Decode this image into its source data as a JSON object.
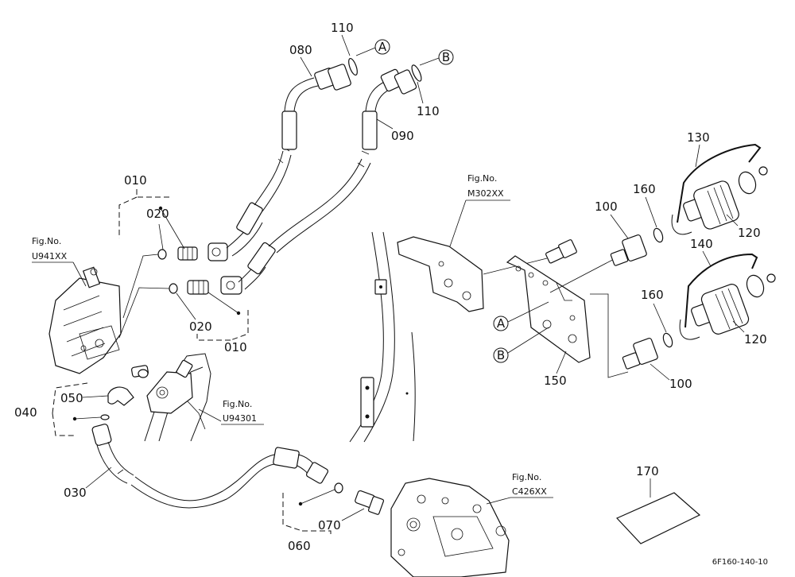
{
  "labels": {
    "p010_top": "010",
    "p020_top": "020",
    "p020_bot": "020",
    "p010_bot": "010",
    "p030": "030",
    "p040": "040",
    "p050": "050",
    "p060": "060",
    "p070": "070",
    "p080": "080",
    "p090": "090",
    "p110_top": "110",
    "p110_bot": "110",
    "p100_top": "100",
    "p100_bot": "100",
    "p120_top": "120",
    "p120_bot": "120",
    "p130": "130",
    "p140": "140",
    "p150": "150",
    "p160_top": "160",
    "p160_bot": "160",
    "p170": "170"
  },
  "callouts": {
    "a_top": "A",
    "b_top": "B",
    "a_plate": "A",
    "b_plate": "B"
  },
  "fig_refs": {
    "u941": {
      "line1": "Fig.No.",
      "line2": "U941XX"
    },
    "m302": {
      "line1": "Fig.No.",
      "line2": "M302XX"
    },
    "u943": {
      "line1": "Fig.No.",
      "line2": "U94301"
    },
    "c426": {
      "line1": "Fig.No.",
      "line2": "C426XX"
    }
  },
  "drawing_code": "6F160-140-10"
}
